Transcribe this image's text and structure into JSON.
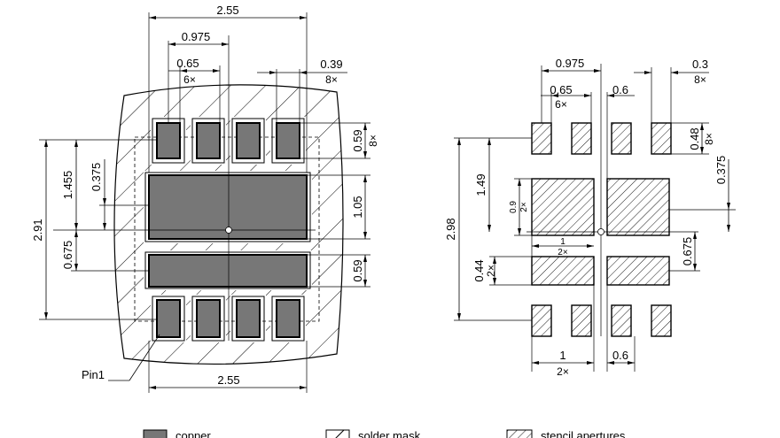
{
  "left": {
    "top_width": "2.55",
    "bottom_width": "2.55",
    "pitch": "0.975",
    "pad_width": "0.65",
    "pad_width_count": "6×",
    "mask_width": "0.39",
    "mask_width_count": "8×",
    "pad_height": "0.59",
    "pad_height_count": "8×",
    "overall_height": "2.91",
    "offset_top": "1.455",
    "gap_top": "0.375",
    "gap_bottom": "0.675",
    "big_pad_height": "1.05",
    "bar_height": "0.59",
    "pin1_label": "Pin1"
  },
  "right": {
    "pitch": "0.975",
    "ap_width": "0.3",
    "ap_width_count": "8×",
    "pad_width": "0.65",
    "pad_width_count": "6×",
    "gap": "0.6",
    "ap_height": "0.48",
    "ap_height_count": "8×",
    "offset_top": "1.49",
    "gap_right": "0.375",
    "overall_height": "2.98",
    "big_height": "0.9",
    "big_height_count": "2×",
    "big_width": "1",
    "big_width_count": "2×",
    "bar_height": "0.44",
    "bar_height_count": "2×",
    "gap_right_bottom": "0.675",
    "bottom_width": "1",
    "bottom_width_count": "2×",
    "bottom_gap": "0.6"
  },
  "legend": {
    "copper": "copper",
    "solder_mask": "solder mask",
    "stencil": "stencil apertures"
  }
}
